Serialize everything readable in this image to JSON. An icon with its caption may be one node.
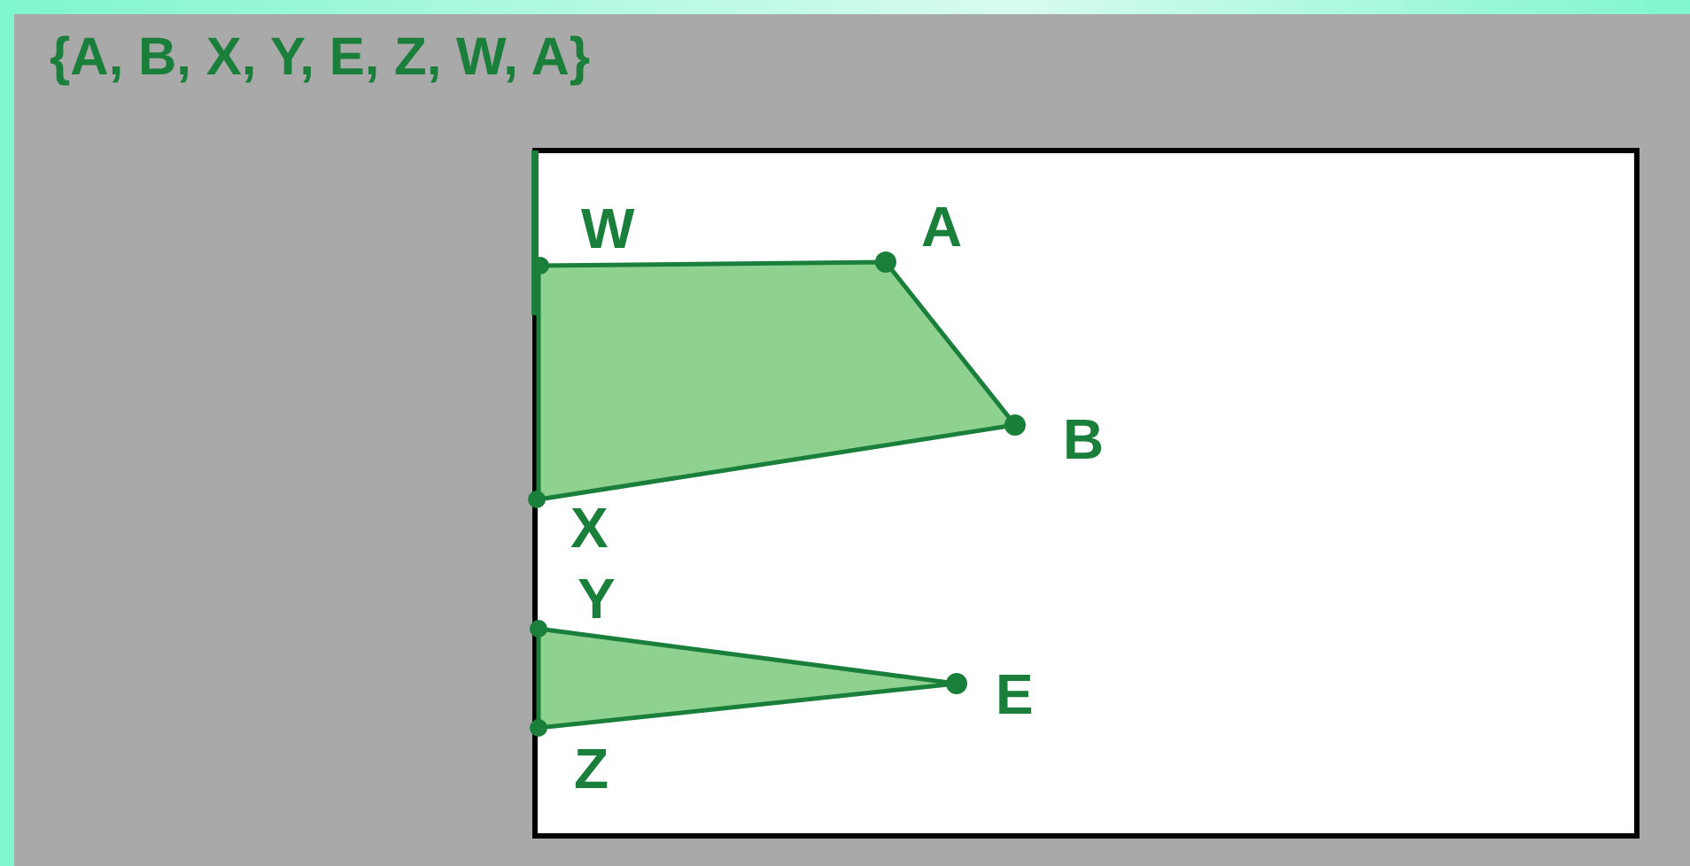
{
  "diagram": {
    "title": "{A, B, X, Y, E, Z, W, A}",
    "labels": [
      "W",
      "A",
      "B",
      "X",
      "Y",
      "E",
      "Z"
    ]
  }
}
